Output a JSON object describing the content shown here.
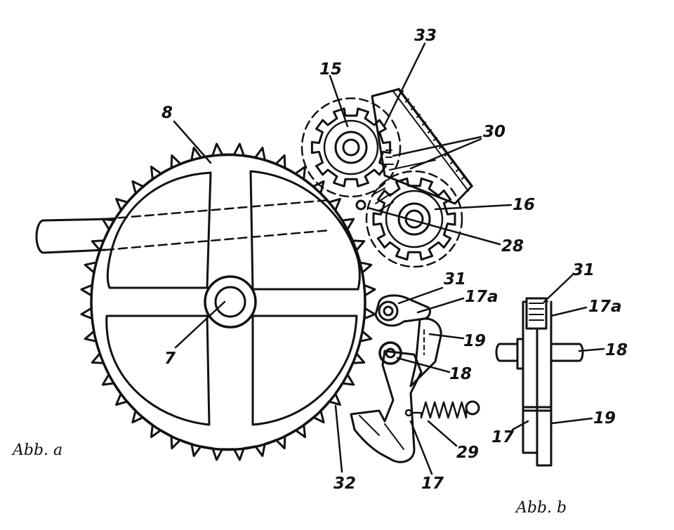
{
  "figures": {
    "a": {
      "caption": "Abb. a"
    },
    "b": {
      "caption": "Abb. b"
    }
  },
  "labels_a": {
    "l7": "7",
    "l8": "8",
    "l15": "15",
    "l16": "16",
    "l17": "17",
    "l17a": "17a",
    "l18": "18",
    "l19": "19",
    "l28": "28",
    "l29": "29",
    "l30": "30",
    "l31": "31",
    "l32": "32",
    "l33": "33"
  },
  "labels_b": {
    "l17": "17",
    "l17a": "17a",
    "l18": "18",
    "l19": "19",
    "l31": "31"
  },
  "colors": {
    "ink": "#111111",
    "paper": "#ffffff"
  },
  "big_wheel_teeth": 40,
  "pinion_teeth": 10
}
